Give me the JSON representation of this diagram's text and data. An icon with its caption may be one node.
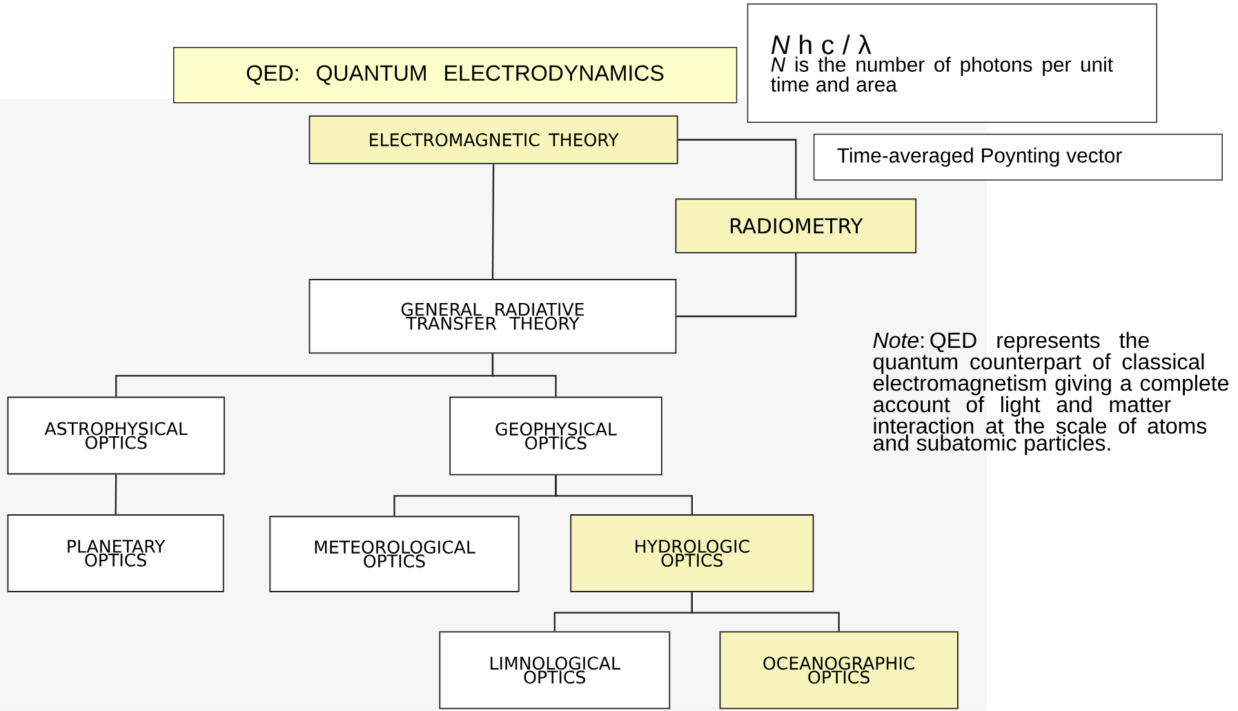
{
  "diagram": {
    "nodes": [
      {
        "text": [
          "QED: QUANTUM ELECTRODYNAMICS"
        ]
      },
      {
        "text": [
          "*N* h c / λ",
          "*N* is the number of photons per unit time and area"
        ]
      },
      {
        "text": [
          "Time-averaged Poynting vector"
        ]
      },
      {
        "text": [
          "ELECTROMAGNETIC THEORY"
        ]
      },
      {
        "text": [
          "RADIOMETRY"
        ]
      },
      {
        "text": [
          "GENERAL RADIATIVE TRANSFER THEORY"
        ]
      },
      {
        "text": [
          "ASTROPHYSICAL OPTICS"
        ]
      },
      {
        "text": [
          "GEOPHYSICAL OPTICS"
        ]
      },
      {
        "text": [
          "PLANETARY OPTICS"
        ]
      },
      {
        "text": [
          "METEOROLOGICAL OPTICS"
        ]
      },
      {
        "text": [
          "HYDROLOGIC OPTICS"
        ]
      },
      {
        "text": [
          "LIMNOLOGICAL OPTICS"
        ]
      },
      {
        "text": [
          "OCEANOGRAPHIC OPTICS"
        ]
      }
    ],
    "edges": [
      {
        "from": 3,
        "to": 5,
        "arrow": "none"
      },
      {
        "from": 3,
        "to": 4,
        "arrow": "none"
      },
      {
        "from": 4,
        "to": 5,
        "arrow": "none"
      },
      {
        "from": 5,
        "to": 6,
        "arrow": "none"
      },
      {
        "from": 5,
        "to": 7,
        "arrow": "none"
      },
      {
        "from": 6,
        "to": 8,
        "arrow": "none"
      },
      {
        "from": 7,
        "to": 9,
        "arrow": "none"
      },
      {
        "from": 7,
        "to": 10,
        "arrow": "none"
      },
      {
        "from": 10,
        "to": 11,
        "arrow": "none"
      },
      {
        "from": 10,
        "to": 12,
        "arrow": "none"
      }
    ],
    "labels": [
      "*Note*: QED represents the quantum counterpart of classical electromagnetism giving a complete account of light and matter interaction at the scale of atoms and subatomic particles."
    ]
  }
}
